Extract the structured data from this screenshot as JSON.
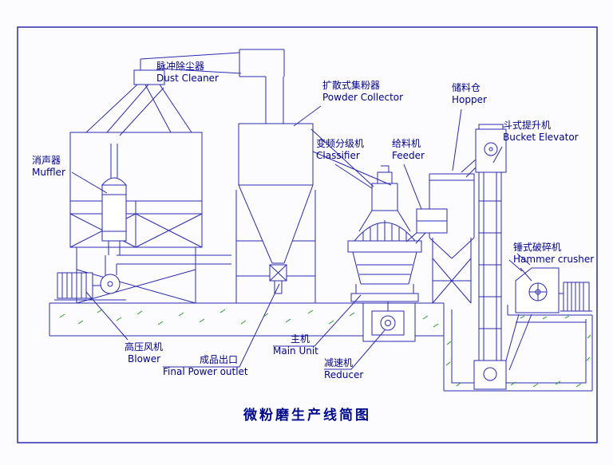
{
  "page": {
    "title": "微粉磨生产线简图"
  },
  "colors": {
    "line_blue": "#2a2ab0",
    "text_blue": "#00008c",
    "hatch_green": "#1f9e1f",
    "background": "#fcfcfe"
  },
  "labels": {
    "muffler": {
      "zh": "消声器",
      "en": "Muffler"
    },
    "dust_cleaner": {
      "zh": "脉冲除尘器",
      "en": "Dust Cleaner"
    },
    "powder_collector": {
      "zh": "扩散式集粉器",
      "en": "Powder Collector"
    },
    "hopper": {
      "zh": "储料仓",
      "en": "Hopper"
    },
    "bucket_elevator": {
      "zh": "斗式提升机",
      "en": "Bucket Elevator"
    },
    "classifier": {
      "zh": "变频分级机",
      "en": "Classifier"
    },
    "feeder": {
      "zh": "给料机",
      "en": "Feeder"
    },
    "hammer_crusher": {
      "zh": "锤式破碎机",
      "en": "Hammer crusher"
    },
    "blower": {
      "zh": "高压风机",
      "en": "Blower"
    },
    "final_outlet": {
      "zh": "成品出口",
      "en": "Final Power outlet"
    },
    "main_unit": {
      "zh": "主机",
      "en": "Main Unit"
    },
    "reducer": {
      "zh": "减速机",
      "en": "Reducer"
    }
  }
}
